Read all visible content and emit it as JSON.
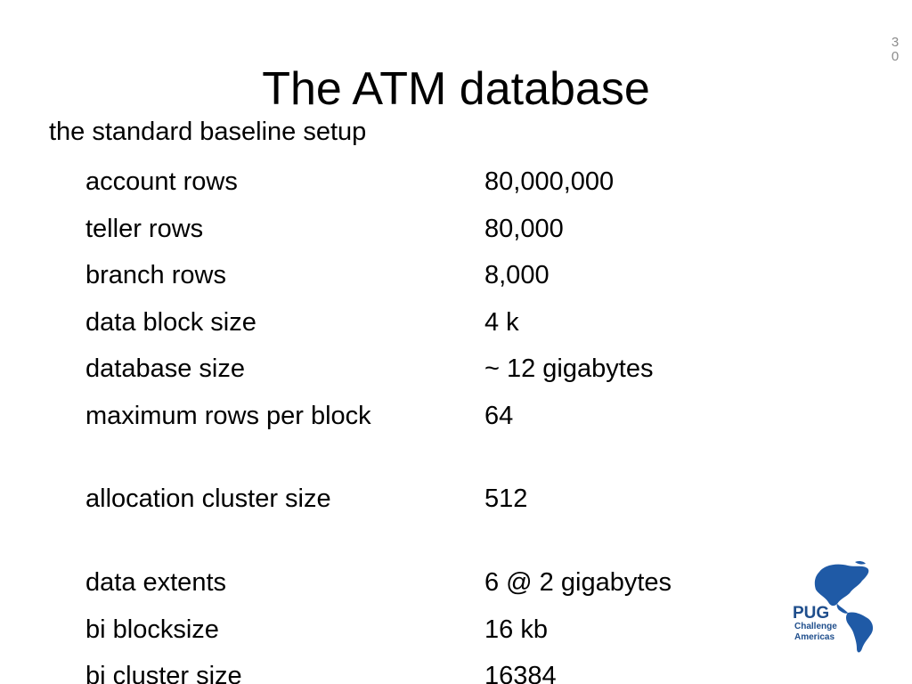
{
  "slide": {
    "page_number": "30",
    "title": "The ATM database",
    "subtitle": "the standard baseline setup",
    "rows": [
      {
        "label": "account rows",
        "value": "80,000,000"
      },
      {
        "label": "teller rows",
        "value": "80,000"
      },
      {
        "label": "branch rows",
        "value": "8,000"
      },
      {
        "label": "data block size",
        "value": "4 k"
      },
      {
        "label": "database size",
        "value": "~ 12 gigabytes"
      },
      {
        "label": "maximum rows per block",
        "value": "64"
      },
      {
        "label": "allocation cluster size",
        "value": "512"
      },
      {
        "label": "data extents",
        "value": "6 @ 2 gigabytes"
      },
      {
        "label": "bi blocksize",
        "value": "16 kb"
      },
      {
        "label": "bi cluster size",
        "value": "16384"
      }
    ],
    "logo": {
      "icon": "globe-americas-icon",
      "line1": "PUG",
      "line2": "Challenge",
      "line3": "Americas",
      "colors": {
        "globe": "#1f5aa6",
        "text": "#1f4e8c"
      }
    }
  }
}
